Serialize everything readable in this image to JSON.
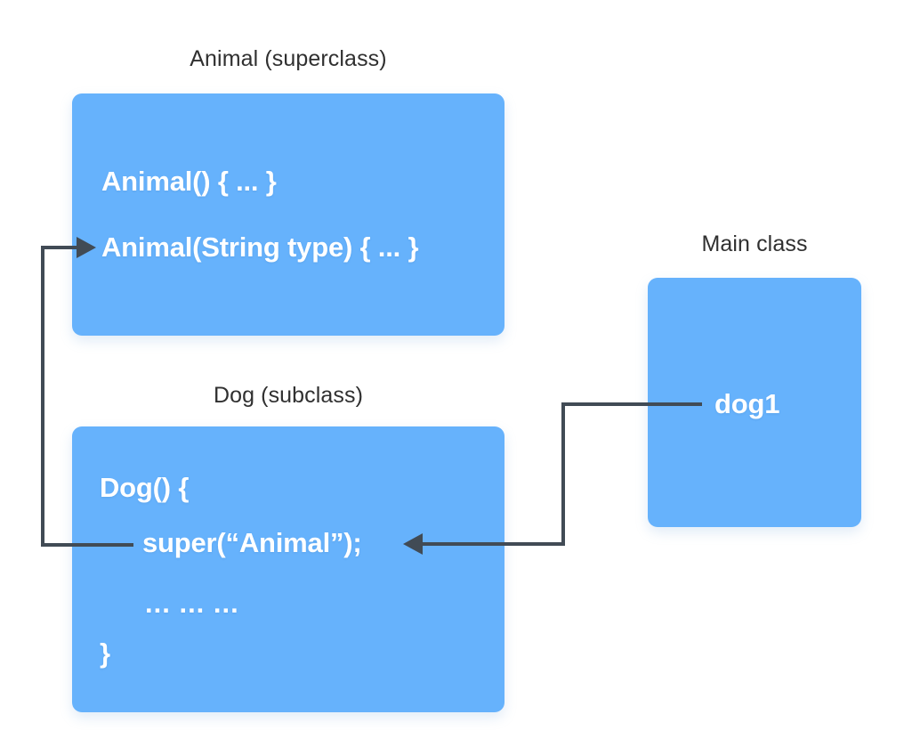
{
  "diagram": {
    "title": "Java inheritance super() constructor call diagram",
    "background_color": "#ffffff",
    "box_color": "#66b2fc",
    "connector_color": "#414b55",
    "code_text_color": "#ffffff",
    "caption_text_color": "#303030"
  },
  "superclass": {
    "caption": "Animal (superclass)",
    "lines": [
      "Animal() { ... }",
      "Animal(String type) { ... }"
    ]
  },
  "subclass": {
    "caption": "Dog (subclass)",
    "lines": [
      "Dog() {",
      "super(“Animal”);",
      "... ... ...",
      "}"
    ]
  },
  "mainclass": {
    "caption": "Main class",
    "lines": [
      "dog1"
    ]
  },
  "connectors": [
    {
      "name": "super-to-animal-constructor",
      "from": "Dog super(“Animal”); statement",
      "to": "Animal(String type) { ... } constructor",
      "color": "#414b55"
    },
    {
      "name": "dog1-to-super",
      "from": "dog1 object in Main class",
      "to": "super(“Animal”); statement in Dog()",
      "color": "#414b55"
    }
  ]
}
